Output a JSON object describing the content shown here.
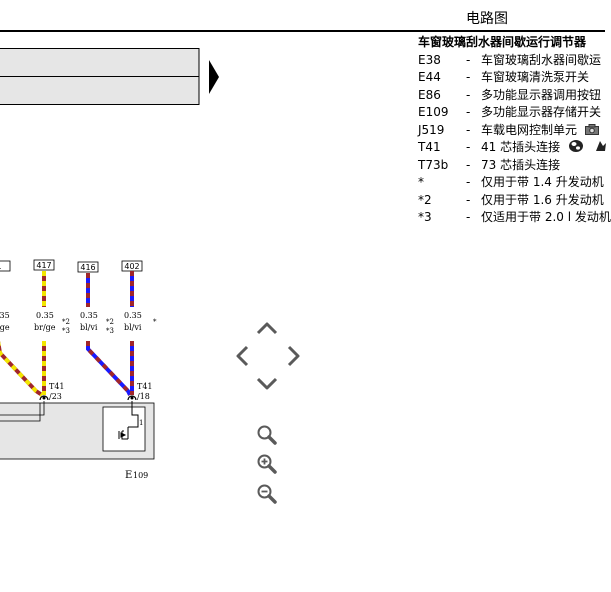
{
  "header": {
    "title": "电路图"
  },
  "legend": {
    "heading": "车窗玻璃刮水器间歇运行调节器",
    "items": [
      {
        "code": "E38",
        "dash": "-",
        "desc": "车窗玻璃刮水器间歇运"
      },
      {
        "code": "E44",
        "dash": "-",
        "desc": "车窗玻璃清洗泵开关"
      },
      {
        "code": "E86",
        "dash": "-",
        "desc": "多功能显示器调用按钮"
      },
      {
        "code": "E109",
        "dash": "-",
        "desc": "多功能显示器存储开关"
      },
      {
        "code": "J519",
        "dash": "-",
        "desc": "车载电网控制单元"
      },
      {
        "code": "T41",
        "dash": "-",
        "desc": "41 芯插头连接"
      },
      {
        "code": "T73b",
        "dash": "-",
        "desc": "73 芯插头连接"
      },
      {
        "code": "*",
        "dash": "-",
        "desc": "仅用于带 1.4 升发动机"
      },
      {
        "code": "*2",
        "dash": "-",
        "desc": "仅用于带 1.6 升发动机"
      },
      {
        "code": "*3",
        "dash": "-",
        "desc": "仅适用于带 2.0 l 发动机"
      }
    ]
  },
  "diagram": {
    "wires": [
      {
        "number": "1",
        "size": ".35",
        "color": "/ge"
      },
      {
        "number": "417",
        "size": "0.35",
        "color": "br/ge",
        "note_a": "*2",
        "note_b": "*3"
      },
      {
        "number": "416",
        "size": "0.35",
        "color": "bl/vi",
        "note_a": "*2",
        "note_b": "*3"
      },
      {
        "number": "402",
        "size": "0.35",
        "color": "bl/vi",
        "note_a": "*"
      }
    ],
    "pins": [
      {
        "connector": "T41",
        "pin": "/23"
      },
      {
        "connector": "T41",
        "pin": "/18"
      }
    ],
    "component_label": "E",
    "component_sub": "109",
    "relay_pin": "1"
  },
  "controls": {
    "up_icon": "chevron-up-icon",
    "down_icon": "chevron-down-icon",
    "left_icon": "chevron-left-icon",
    "right_icon": "chevron-right-icon",
    "zoom_fit_icon": "magnifier-icon",
    "zoom_in_icon": "zoom-in-icon",
    "zoom_out_icon": "zoom-out-icon"
  },
  "colors": {
    "yellow": "#f2e600",
    "brown": "#a0262a",
    "blue": "#1a1aff",
    "nav": "#5a5a5a",
    "bar": "#e6e6e6"
  }
}
